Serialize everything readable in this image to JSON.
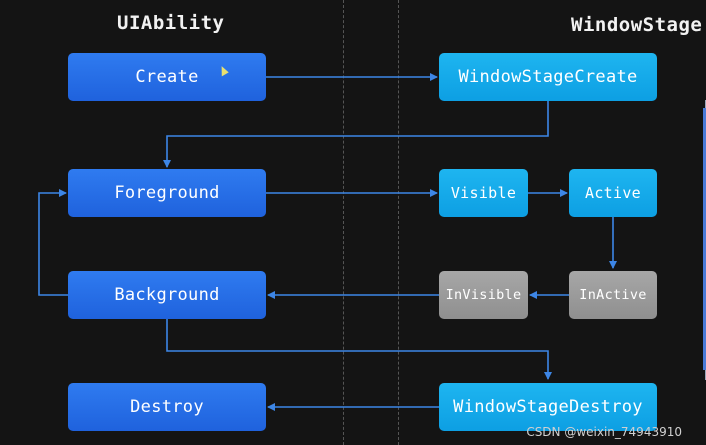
{
  "headings": {
    "left": "UIAbility",
    "right": "WindowStage"
  },
  "nodes": {
    "create": "Create",
    "foreground": "Foreground",
    "background": "Background",
    "destroy": "Destroy",
    "window_stage_create": "WindowStageCreate",
    "visible": "Visible",
    "active": "Active",
    "inactive": "InActive",
    "invisible": "InVisible",
    "window_stage_destroy": "WindowStageDestroy"
  },
  "watermark": "CSDN @weixin_74943910",
  "colors": {
    "uiability_node": "#2a72ea",
    "windowstage_node": "#16abeb",
    "inactive_node": "#9b9b9b",
    "arrow": "#3d86e6",
    "background": "#141414"
  }
}
